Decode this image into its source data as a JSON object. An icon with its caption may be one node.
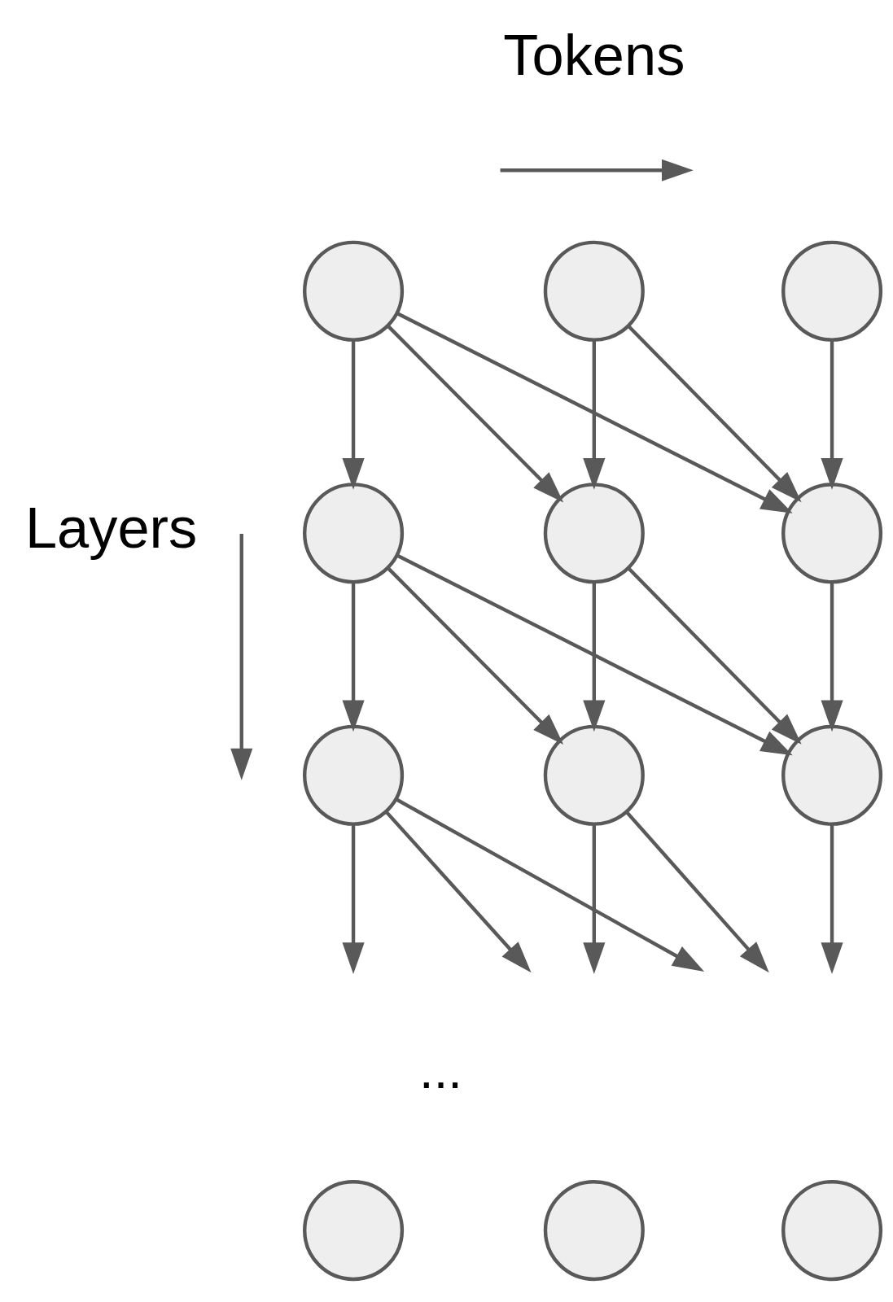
{
  "diagram": {
    "nodes": [
      {
        "text": [],
        "shape": "circle"
      },
      {
        "text": [],
        "shape": "circle"
      },
      {
        "text": [],
        "shape": "circle"
      },
      {
        "text": [],
        "shape": "circle"
      },
      {
        "text": [],
        "shape": "circle"
      },
      {
        "text": [],
        "shape": "circle"
      },
      {
        "text": [],
        "shape": "circle"
      },
      {
        "text": [],
        "shape": "circle"
      },
      {
        "text": [],
        "shape": "circle"
      },
      {
        "text": [],
        "shape": "circle"
      },
      {
        "text": [],
        "shape": "circle"
      },
      {
        "text": [],
        "shape": "circle"
      }
    ],
    "edges": [
      {
        "from": 0,
        "to": 3,
        "arrow": "to"
      },
      {
        "from": 0,
        "to": 4,
        "arrow": "to"
      },
      {
        "from": 0,
        "to": 5,
        "arrow": "to"
      },
      {
        "from": 1,
        "to": 4,
        "arrow": "to"
      },
      {
        "from": 1,
        "to": 5,
        "arrow": "to"
      },
      {
        "from": 2,
        "to": 5,
        "arrow": "to"
      },
      {
        "from": 3,
        "to": 6,
        "arrow": "to"
      },
      {
        "from": 3,
        "to": 7,
        "arrow": "to"
      },
      {
        "from": 3,
        "to": 8,
        "arrow": "to"
      },
      {
        "from": 4,
        "to": 7,
        "arrow": "to"
      },
      {
        "from": 4,
        "to": 8,
        "arrow": "to"
      },
      {
        "from": 5,
        "to": 8,
        "arrow": "to"
      },
      {
        "from": 6,
        "to": null,
        "arrow": "to"
      },
      {
        "from": 6,
        "to": null,
        "arrow": "to"
      },
      {
        "from": 6,
        "to": null,
        "arrow": "to"
      },
      {
        "from": 7,
        "to": null,
        "arrow": "to"
      },
      {
        "from": 7,
        "to": null,
        "arrow": "to"
      },
      {
        "from": 8,
        "to": null,
        "arrow": "to"
      }
    ],
    "labels": [
      "Tokens",
      "Layers",
      "..."
    ]
  }
}
